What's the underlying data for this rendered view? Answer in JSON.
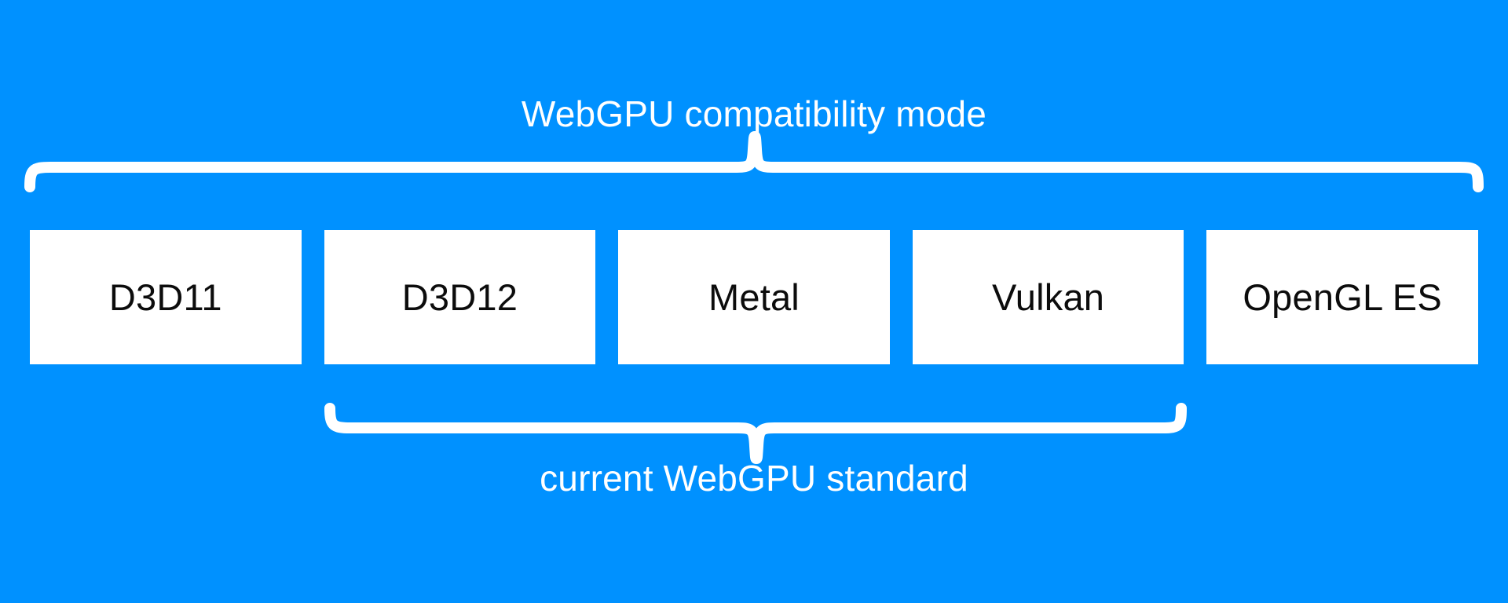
{
  "diagram": {
    "title": "WebGPU compatibility mode",
    "background_color": "#0091ff",
    "box_fill_color": "#ffffff",
    "box_text_color": "#0c0c0c",
    "brace_color": "#ffffff",
    "top_brace": {
      "label": "WebGPU compatibility mode",
      "direction": "up",
      "covers": [
        "D3D11",
        "D3D12",
        "Metal",
        "Vulkan",
        "OpenGL ES"
      ]
    },
    "bottom_brace": {
      "label": "current WebGPU standard",
      "direction": "down",
      "covers": [
        "D3D12",
        "Metal",
        "Vulkan"
      ]
    },
    "boxes": [
      {
        "label": "D3D11"
      },
      {
        "label": "D3D12"
      },
      {
        "label": "Metal"
      },
      {
        "label": "Vulkan"
      },
      {
        "label": "OpenGL ES"
      }
    ]
  }
}
